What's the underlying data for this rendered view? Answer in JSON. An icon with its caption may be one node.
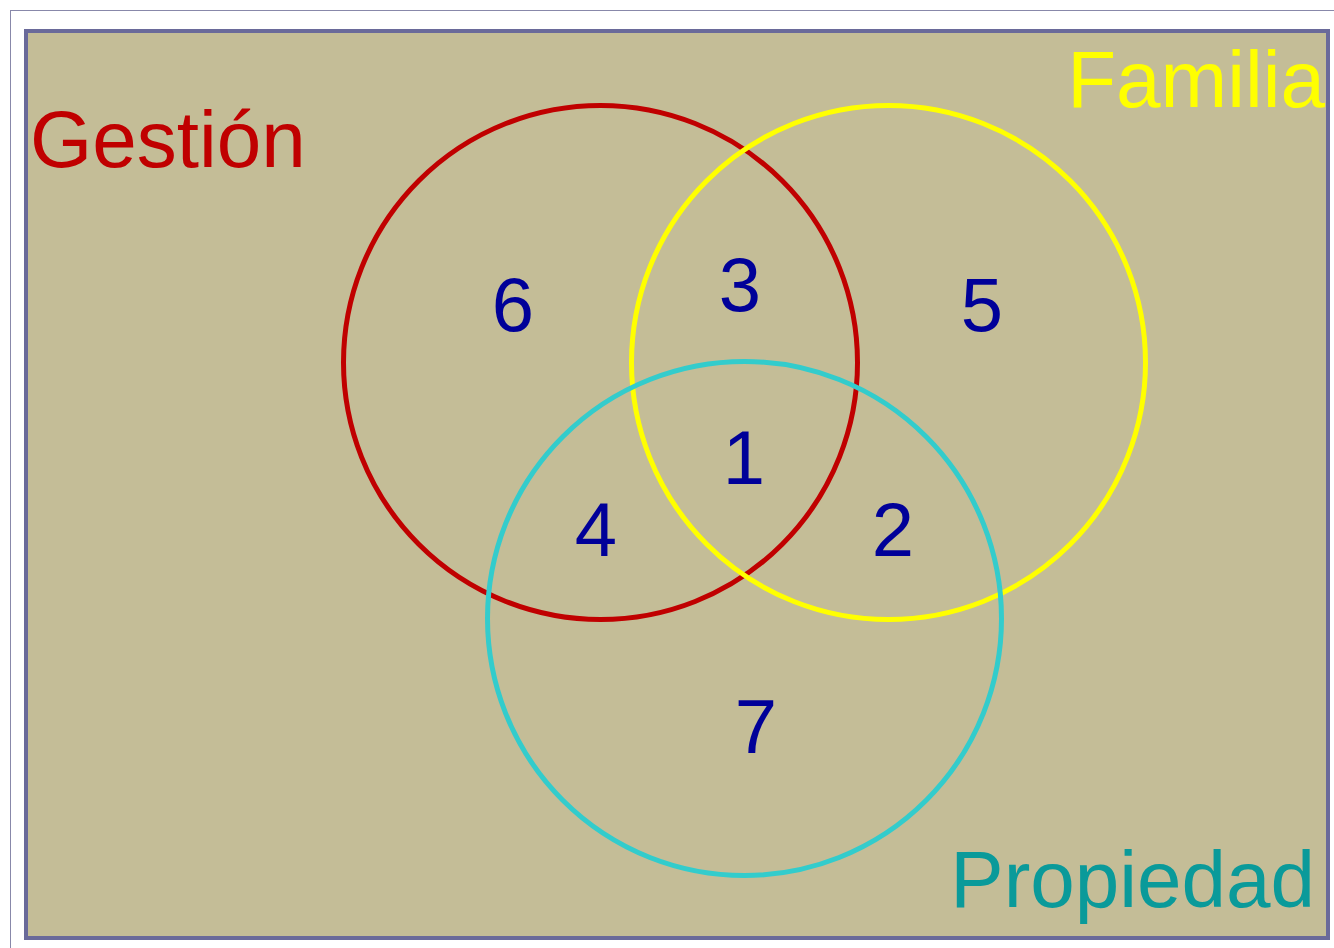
{
  "diagram": {
    "nodes": [
      {
        "text": [
          "Gestión"
        ]
      },
      {
        "text": [
          "Familia"
        ]
      },
      {
        "text": [
          "Propiedad"
        ]
      }
    ],
    "labels": [
      "3",
      "6",
      "5",
      "1",
      "4",
      "2",
      "7"
    ]
  }
}
